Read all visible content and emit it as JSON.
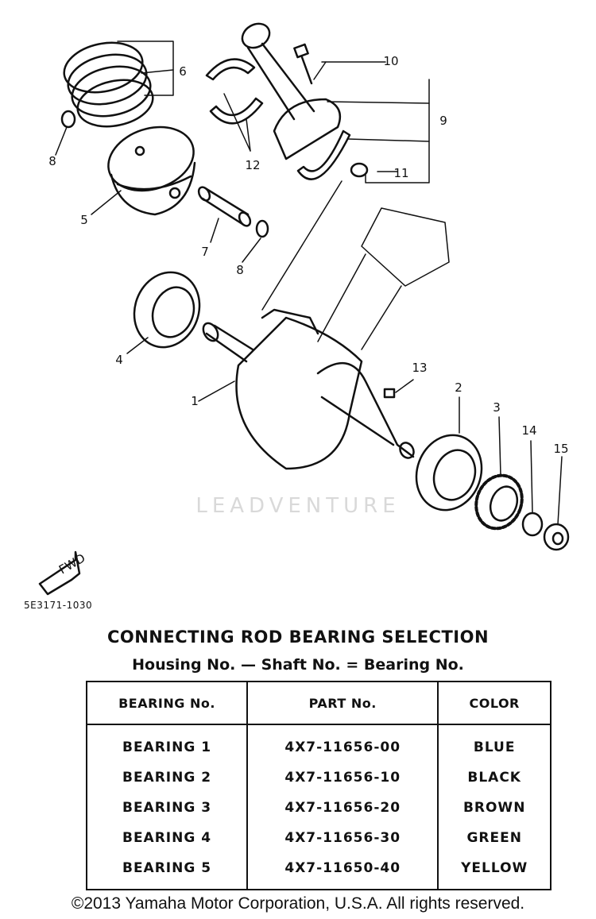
{
  "diagram": {
    "callouts": [
      "1",
      "2",
      "3",
      "4",
      "5",
      "6",
      "7",
      "8",
      "8",
      "9",
      "10",
      "11",
      "12",
      "13",
      "14",
      "15"
    ],
    "watermark": "LEADVENTURE",
    "fwd_label": "FWD",
    "reference_code": "5E3171-1030"
  },
  "selection": {
    "title": "CONNECTING ROD BEARING SELECTION",
    "formula": "Housing No. — Shaft No. = Bearing No.",
    "headers": [
      "BEARING No.",
      "PART No.",
      "COLOR"
    ],
    "rows": [
      [
        "BEARING 1",
        "4X7-11656-00",
        "BLUE"
      ],
      [
        "BEARING 2",
        "4X7-11656-10",
        "BLACK"
      ],
      [
        "BEARING 3",
        "4X7-11656-20",
        "BROWN"
      ],
      [
        "BEARING 4",
        "4X7-11656-30",
        "GREEN"
      ],
      [
        "BEARING 5",
        "4X7-11650-40",
        "YELLOW"
      ]
    ]
  },
  "footer": {
    "copyright": "©2013 Yamaha Motor Corporation, U.S.A. All rights reserved."
  }
}
